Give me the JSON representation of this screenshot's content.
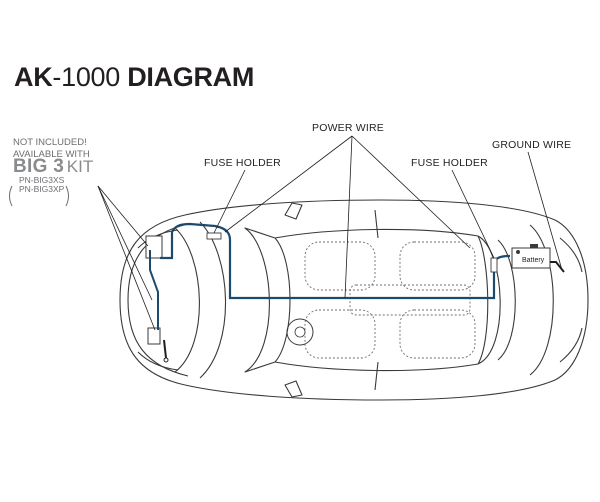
{
  "title": {
    "bold": "AK",
    "sep": "-",
    "num": "1000",
    "word": "DIAGRAM"
  },
  "labels": {
    "power_wire": "POWER WIRE",
    "fuse_holder_left": "FUSE HOLDER",
    "fuse_holder_right": "FUSE HOLDER",
    "ground_wire": "GROUND WIRE",
    "battery": "Battery"
  },
  "note": {
    "line1": "NOT INCLUDED!",
    "line2": "AVAILABLE WITH",
    "big": "BIG 3",
    "kit": "KIT",
    "pn1": "PN-BIG3XS",
    "pn2": "PN-BIG3XP"
  },
  "colors": {
    "wire": "#1c4a6e",
    "outline": "#3a3a3a",
    "text": "#231f20"
  }
}
